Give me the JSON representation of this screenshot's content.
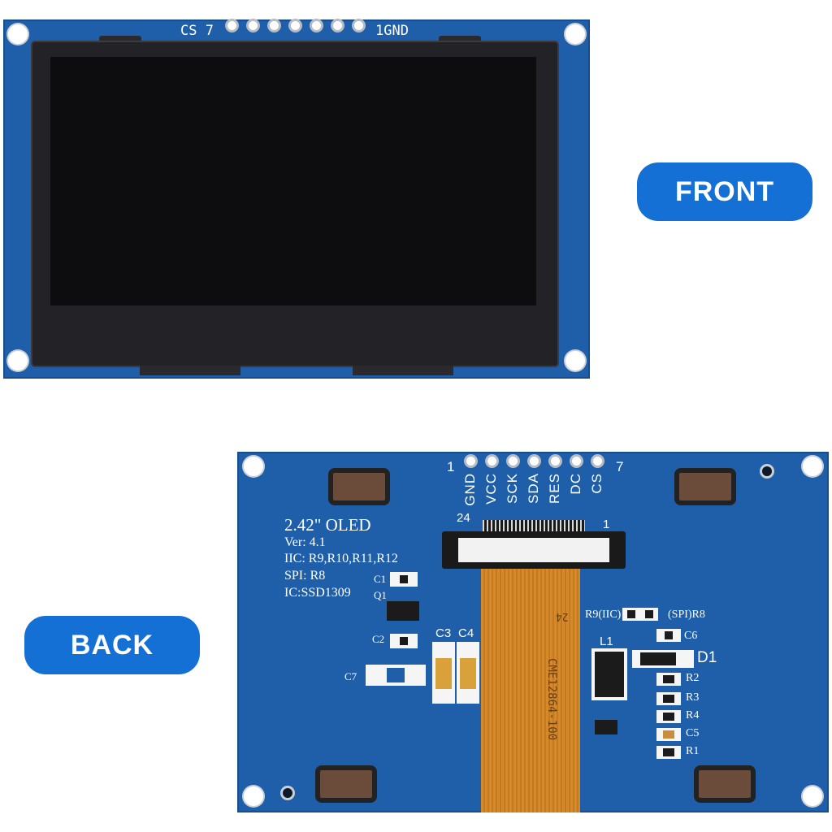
{
  "labels": {
    "front": "FRONT",
    "back": "BACK"
  },
  "front": {
    "left_pin": "CS 7",
    "right_pin": "1GND"
  },
  "back": {
    "pin_first": "1",
    "pin_last": "7",
    "pins": [
      "GND",
      "VCC",
      "SCK",
      "SDA",
      "RES",
      "DC",
      "CS"
    ],
    "connector_left": "24",
    "connector_right": "1",
    "info_lines": [
      "2.42\" OLED",
      "Ver: 4.1",
      "IIC:  R9,R10,R11,R12",
      "SPI:  R8",
      "IC:SSD1309"
    ],
    "c1": "C1",
    "q1": "Q1",
    "c2": "C2",
    "c3": "C3",
    "c4": "C4",
    "c7": "C7",
    "r9_iic": "R9(IIC)",
    "spi_r8": "(SPI)R8",
    "c6": "C6",
    "d1": "D1",
    "l1": "L1",
    "r2": "R2",
    "r3": "R3",
    "r4": "R4",
    "c5": "C5",
    "r1": "R1",
    "flex_24": "24",
    "flex_code": "CME12864-100"
  },
  "colors": {
    "pcb": "#1f5ea8",
    "pill": "#1570d6",
    "flex": "#d48a2a",
    "screen": "#0d0d0f"
  }
}
